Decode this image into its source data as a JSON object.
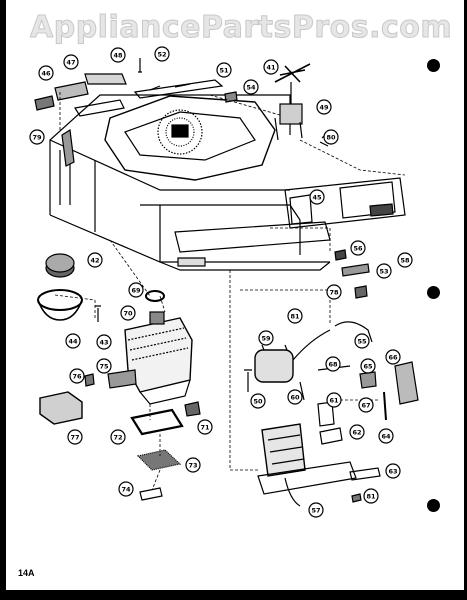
{
  "watermark": "AppliancePartsPros.com",
  "page_number": "14A",
  "callouts": [
    "48",
    "52",
    "51",
    "47",
    "46",
    "41",
    "54",
    "49",
    "79",
    "80",
    "45",
    "42",
    "69",
    "56",
    "58",
    "53",
    "78",
    "44",
    "43",
    "70",
    "81",
    "55",
    "59",
    "76",
    "75",
    "77",
    "72",
    "71",
    "68",
    "65",
    "66",
    "50",
    "60",
    "61",
    "67",
    "64",
    "62",
    "73",
    "74",
    "63",
    "57"
  ]
}
